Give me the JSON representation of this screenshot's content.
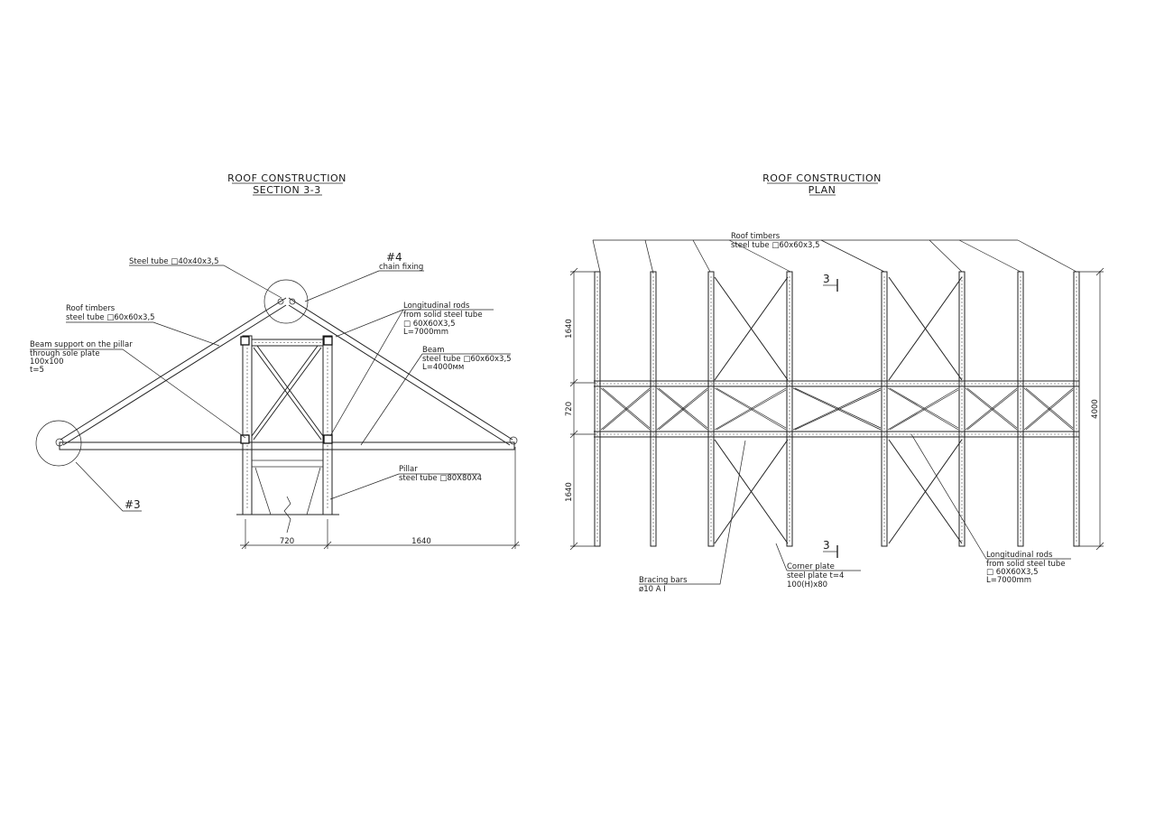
{
  "section": {
    "title_line1": "ROOF CONSTRUCTION",
    "title_line2": "SECTION 3-3",
    "labels": {
      "steel_tube_top": "Steel tube □40x40x3,5",
      "chain_tag": "#4",
      "chain_text": "chain fixing",
      "roof_timbers_1": "Roof timbers",
      "roof_timbers_2": "steel tube □60x60x3,5",
      "long_rods_1": "Longitudinal rods",
      "long_rods_2": "from solid steel tube",
      "long_rods_3": "□ 60X60X3,5",
      "long_rods_4": "L=7000mm",
      "beam_support_1": "Beam support on the pillar",
      "beam_support_2": "through sole plate",
      "beam_support_3": "100x100",
      "beam_support_4": "t=5",
      "beam_1": "Beam",
      "beam_2": "steel tube □60x60x3,5",
      "beam_3": "L=4000мм",
      "pillar_1": "Pillar",
      "pillar_2": "steel tube □80X80X4",
      "detail_tag": "#3"
    },
    "dimensions": {
      "d1": "720",
      "d2": "1640"
    }
  },
  "plan": {
    "title_line1": "ROOF CONSTRUCTION",
    "title_line2": "PLAN",
    "labels": {
      "roof_timbers_1": "Roof timbers",
      "roof_timbers_2": "steel tube □60x60x3,5",
      "section_mark": "3",
      "bracing_1": "Bracing bars",
      "bracing_2": "ø10 A I",
      "corner_1": "Corner plate",
      "corner_2": "steel plate t=4",
      "corner_3": "100(H)x80",
      "long_rods_1": "Longitudinal rods",
      "long_rods_2": "from solid steel tube",
      "long_rods_3": "□ 60X60X3,5",
      "long_rods_4": "L=7000mm"
    },
    "dimensions": {
      "top": "1640",
      "middle": "720",
      "bottom": "1640",
      "overall": "4000"
    }
  }
}
